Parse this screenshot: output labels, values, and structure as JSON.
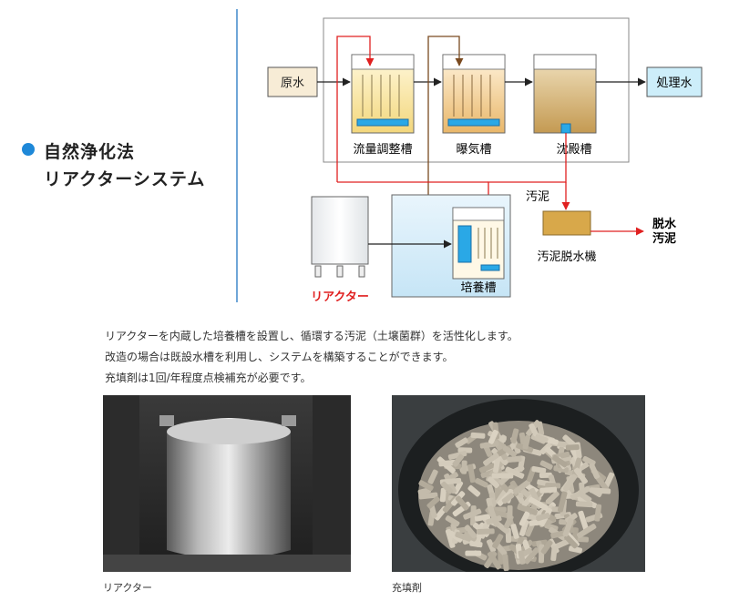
{
  "title": {
    "line1": "自然浄化法",
    "line2": "リアクターシステム"
  },
  "diagram": {
    "raw_water": "原水",
    "treated_water": "処理水",
    "tank1": "流量調整槽",
    "tank2": "曝気槽",
    "tank3": "沈殿槽",
    "sludge": "汚泥",
    "dewatering": "汚泥脱水機",
    "dewatered_sludge": [
      "脱水",
      "汚泥"
    ],
    "culture_tank": "培養槽",
    "reactor": "リアクター"
  },
  "description": [
    "リアクターを内蔵した培養槽を設置し、循環する汚泥（土壌菌群）を活性化します。",
    "改造の場合は既設水槽を利用し、システムを構築することができます。",
    "充填剤は1回/年程度点検補充が必要です。"
  ],
  "captions": {
    "left": "リアクター",
    "right": "充填剤"
  },
  "colors": {
    "accent_blue": "#1e88d8",
    "arrow_red": "#e02020",
    "reactor_label": "#e02020",
    "water_blue": "#8fd3ef",
    "sludge_brown": "#c9a15a"
  }
}
